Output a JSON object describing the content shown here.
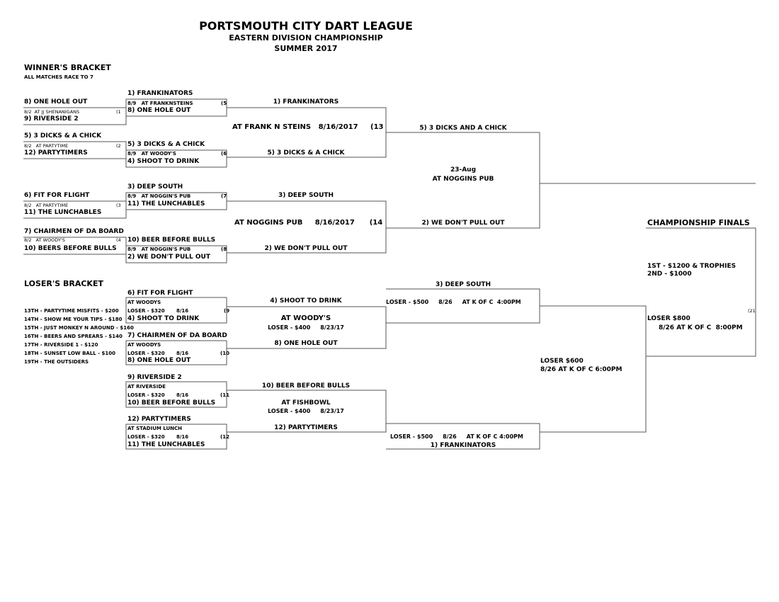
{
  "header": {
    "title": "PORTSMOUTH CITY DART LEAGUE",
    "subtitle": "EASTERN DIVISION CHAMPIONSHIP",
    "season": "SUMMER 2017"
  },
  "winners": {
    "title": "WINNER'S BRACKET",
    "note": "ALL MATCHES RACE TO 7",
    "r1": [
      {
        "top": "8) ONE HOLE OUT",
        "info": "8/2  AT JJ SHENANIGANS",
        "num": "(1",
        "bottom": "9) RIVERSIDE 2"
      },
      {
        "top": "5) 3 DICKS & A CHICK",
        "info": "8/2   AT PARTYTIME",
        "num": "(2",
        "bottom": "12) PARTYTIMERS"
      },
      {
        "top": "6) FIT FOR FLIGHT",
        "info": "8/2   AT PARTYTIME",
        "num": "(3",
        "bottom": "11) THE LUNCHABLES"
      },
      {
        "top": "7) CHAIRMEN OF DA BOARD",
        "info": "8/2   AT WOODY'S",
        "num": "(4",
        "bottom": "10) BEERS BEFORE BULLS"
      }
    ],
    "r2": [
      {
        "top": "1) FRANKINATORS",
        "info": "8/9   AT FRANKNSTEINS",
        "num": "(5",
        "bottom": "8) ONE HOLE OUT"
      },
      {
        "top": "5) 3 DICKS & A CHICK",
        "info": "8/9   AT WOODY'S",
        "num": "(6",
        "bottom": "4) SHOOT TO DRINK"
      },
      {
        "top": "3) DEEP SOUTH",
        "info": "8/9   AT NOGGIN'S PUB",
        "num": "(7",
        "bottom": "11) THE LUNCHABLES"
      },
      {
        "top": "10) BEER BEFORE BULLS",
        "info": "8/9   AT NOGGIN'S PUB",
        "num": "(8",
        "bottom": "2) WE DON'T PULL OUT"
      }
    ],
    "r3": [
      {
        "top": "1) FRANKINATORS",
        "info": "AT FRANK N STEINS   8/16/2017     (13",
        "bottom": "5) 3 DICKS & A CHICK"
      },
      {
        "top": "3) DEEP SOUTH",
        "info": "AT NOGGINS PUB     8/16/2017      (14",
        "bottom": "2) WE DON'T PULL OUT"
      }
    ],
    "final": {
      "top": "5) 3 DICKS AND A CHICK",
      "date": "23-Aug",
      "venue": "AT NOGGINS PUB",
      "bottom": "2) WE DON'T PULL OUT"
    }
  },
  "championship": {
    "title": "CHAMPIONSHIP FINALS",
    "first": "1ST - $1200 & TROPHIES",
    "second": "2ND - $1000",
    "num": "(21",
    "loser": "LOSER $800",
    "when": "8/26 AT K OF C  8:00PM"
  },
  "losers": {
    "title": "LOSER'S BRACKET",
    "payouts": [
      "13TH - PARTYTIME MISFITS - $200",
      "14TH - SHOW ME YOUR TIPS - $180",
      "15TH - JUST MONKEY N AROUND - $160",
      "16TH - BEERS AND SPREARS - $140",
      "17TH - RIVERSIDE 1 - $120",
      "18TH - SUNSET LOW BALL - $100",
      "19TH - THE OUTSIDERS"
    ],
    "r1": [
      {
        "top": "6) FIT FOR FLIGHT",
        "venue": "AT WOODYS",
        "loser": "LOSER - $320",
        "date": "8/16",
        "num": "(9",
        "bottom": "4) SHOOT TO DRINK"
      },
      {
        "top": "7) CHAIRMEN OF DA BOARD",
        "venue": "AT WOODYS",
        "loser": "LOSER - $320",
        "date": "8/16",
        "num": "(10",
        "bottom": "8) ONE HOLE OUT"
      },
      {
        "top": "9) RIVERSIDE 2",
        "venue": "AT RIVERSIDE",
        "loser": "LOSER - $320",
        "date": "8/16",
        "num": "(11",
        "bottom": "10) BEER BEFORE BULLS"
      },
      {
        "top": "12) PARTYTIMERS",
        "venue": "AT STADIUM LUNCH",
        "loser": "LOSER - $320",
        "date": "8/16",
        "num": "(12",
        "bottom": "11) THE LUNCHABLES"
      }
    ],
    "r2": [
      {
        "top": "4) SHOOT TO DRINK",
        "venue": "AT WOODY'S",
        "info": "LOSER - $400     8/23/17",
        "bottom": "8) ONE HOLE OUT"
      },
      {
        "top": "10) BEER BEFORE BULLS",
        "venue": "AT FISHBOWL",
        "info": "LOSER - $400     8/23/17",
        "bottom": "12) PARTYTIMERS"
      }
    ],
    "r3": {
      "top": "3) DEEP SOUTH",
      "info_top": "LOSER - $500     8/26     AT K OF C  4:00PM",
      "info_bottom": "LOSER - $500     8/26     AT K OF C 4:00PM",
      "bottom": "1) FRANKINATORS"
    },
    "final": {
      "loser": "LOSER $600",
      "when": "8/26 AT K OF C 6:00PM"
    }
  }
}
